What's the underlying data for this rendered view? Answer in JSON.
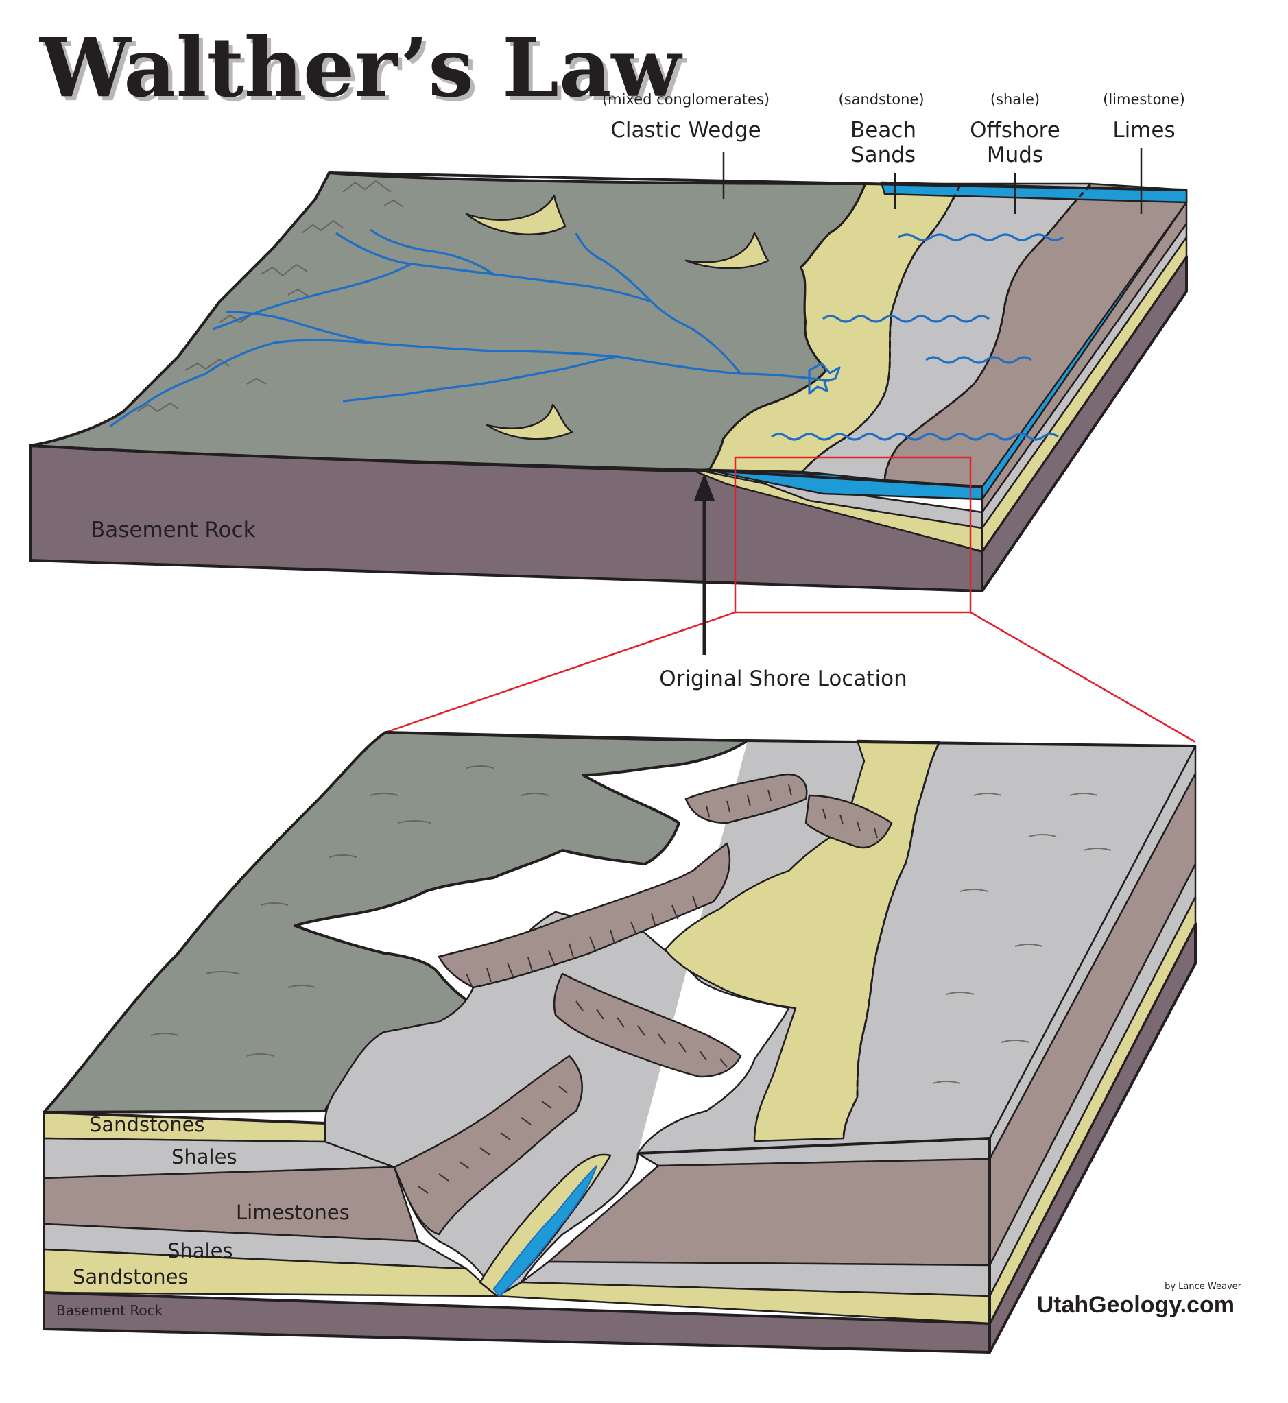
{
  "title": "Walther’s Law",
  "top_block": {
    "zones": [
      {
        "sublabel": "(mixed conglomerates)",
        "label_lines": [
          "Clastic Wedge"
        ]
      },
      {
        "sublabel": "(sandstone)",
        "label_lines": [
          "Beach",
          "Sands"
        ]
      },
      {
        "sublabel": "(shale)",
        "label_lines": [
          "Offshore",
          "Muds"
        ]
      },
      {
        "sublabel": "(limestone)",
        "label_lines": [
          "Limes"
        ]
      }
    ],
    "basement_label": "Basement Rock"
  },
  "shore_label": "Original Shore Location",
  "bottom_block": {
    "layer_labels": [
      "Sandstones",
      "Shales",
      "Limestones",
      "Shales",
      "Sandstones",
      "Basement Rock"
    ]
  },
  "credit": "by Lance Weaver",
  "site": "UtahGeology.com",
  "colors": {
    "land": "#8c938a",
    "sand": "#ddd796",
    "shale": "#c2c2c5",
    "limestone": "#a3918d",
    "basement": "#7b6a73",
    "water": "#1e9bd7",
    "river": "#1f6fc4",
    "zoom_box": "#e3212b"
  }
}
